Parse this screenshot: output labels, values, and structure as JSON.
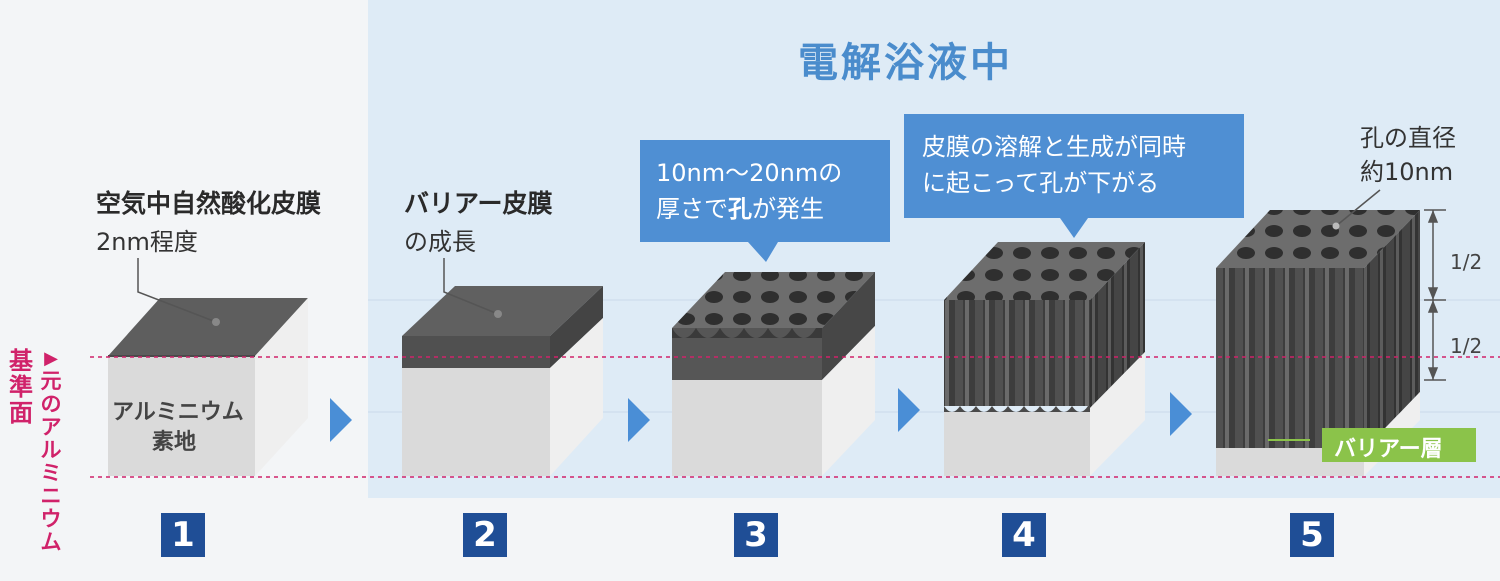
{
  "header": {
    "title": "電解浴液中"
  },
  "stages": [
    {
      "number": "1",
      "caption_bold": "空気中自然酸化皮膜",
      "caption_sub": "2nm程度",
      "block_label_line1": "アルミニウム",
      "block_label_line2": "素地"
    },
    {
      "number": "2",
      "caption_bold": "バリアー皮膜",
      "caption_sub": "の成長"
    },
    {
      "number": "3",
      "bubble_line1": "10nm～20nmの",
      "bubble_line2_pre": "厚さで",
      "bubble_line2_bold": "孔",
      "bubble_line2_post": "が発生"
    },
    {
      "number": "4",
      "bubble_line1": "皮膜の溶解と生成が同時",
      "bubble_line2": "に起こって孔が下がる"
    },
    {
      "number": "5",
      "note_line1": "孔の直径",
      "note_line2": "約10nm",
      "half_top": "1/2",
      "half_bottom": "1/2",
      "barrier_label": "バリアー層"
    }
  ],
  "reference": {
    "left_col": "基準面",
    "right_col_marker": "▶",
    "right_col": "元のアルミニウム"
  },
  "colors": {
    "panel": "#deebf6",
    "title": "#4a8ccc",
    "bubble": "#4f8fd3",
    "arrow": "#4a8ed6",
    "step_badge": "#1f4e96",
    "reference_line": "#d0226a",
    "barrier_label": "#8bc34a"
  }
}
